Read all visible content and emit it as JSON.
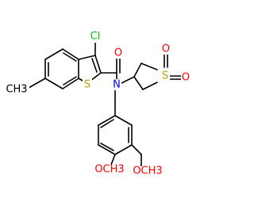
{
  "atom_labels": {
    "chlorine": "Cl",
    "carbonyl_oxygen": "O",
    "amide_nitrogen": "N",
    "thiophene_sulfur": "S",
    "sulfone_sulfur": "S",
    "sulfone_oxygen_1": "O",
    "sulfone_oxygen_2": "O",
    "methyl": "CH3",
    "methoxy_1": "OCH3",
    "methoxy_2": "OCH3"
  },
  "colors": {
    "bond": "#000000",
    "oxygen": "#ff0000",
    "sulfur": "#b8a000",
    "nitrogen": "#0000ff",
    "chlorine": "#00c000",
    "carbon": "#000000"
  }
}
